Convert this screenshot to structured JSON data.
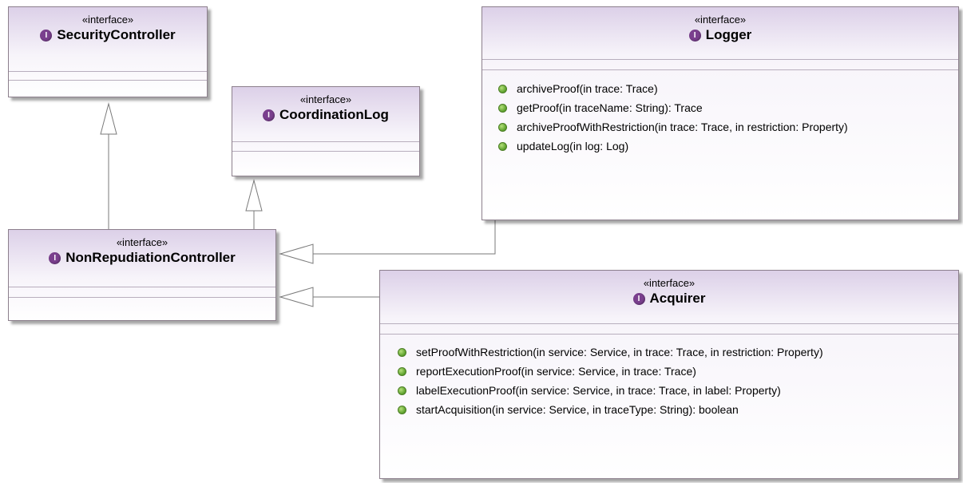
{
  "colors": {
    "header_gradient_top": "#dcd0e8",
    "interface_icon": "#7a3f8e",
    "operation_dot": "#5a9e2a",
    "border": "#8c7f8c"
  },
  "interfaces": {
    "security_controller": {
      "stereotype": "«interface»",
      "name": "SecurityController",
      "icon": "interface-icon"
    },
    "coordination_log": {
      "stereotype": "«interface»",
      "name": "CoordinationLog",
      "icon": "interface-icon"
    },
    "non_repudiation_controller": {
      "stereotype": "«interface»",
      "name": "NonRepudiationController",
      "icon": "interface-icon"
    },
    "logger": {
      "stereotype": "«interface»",
      "name": "Logger",
      "icon": "interface-icon",
      "operations": [
        "archiveProof(in trace: Trace)",
        "getProof(in traceName: String): Trace",
        "archiveProofWithRestriction(in trace: Trace, in restriction: Property)",
        "updateLog(in log: Log)"
      ]
    },
    "acquirer": {
      "stereotype": "«interface»",
      "name": "Acquirer",
      "icon": "interface-icon",
      "operations": [
        "setProofWithRestriction(in service: Service, in trace: Trace, in restriction: Property)",
        "reportExecutionProof(in service: Service, in trace: Trace)",
        "labelExecutionProof(in service: Service, in trace: Trace, in label: Property)",
        "startAcquisition(in service: Service, in traceType: String): boolean"
      ]
    }
  }
}
